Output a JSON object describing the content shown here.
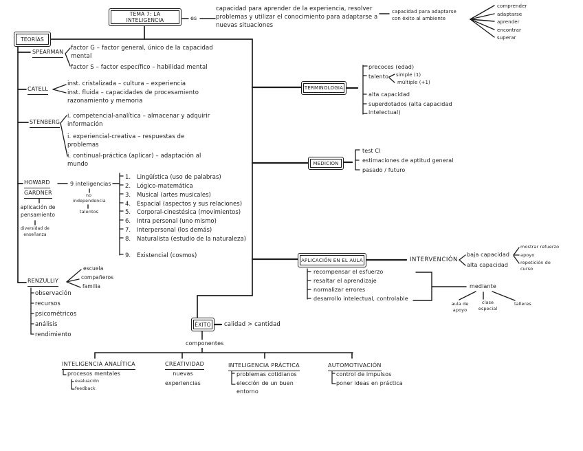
{
  "colors": {
    "ink": "#1c1c1c",
    "bg": "#ffffff"
  },
  "header": {
    "title": "TEMA 7: LA INTELIGENCIA",
    "connector": "es",
    "definition": "capacidad para aprender de la experiencia, resolver problemas y utilizar el conocimiento para adaptarse a nuevas situaciones",
    "short_definition": "capacidad para adaptarse con éxito al ambiente",
    "ability_fan": [
      "comprender",
      "adaptarse",
      "aprender",
      "encontrar",
      "superar"
    ]
  },
  "teorias": {
    "label": "TEORÍAS",
    "spearman": {
      "name": "SPEARMAN",
      "factor_g": "factor G – factor general, único de la capacidad mental",
      "factor_s": "factor S – factor específico – habilidad mental"
    },
    "catell": {
      "name": "CATELL",
      "cristalizada": "inst. cristalizada – cultura – experiencia",
      "fluida": "inst. fluida – capacidades de procesamiento razonamiento y memoria"
    },
    "stenberg": {
      "name": "STENBERG",
      "items": [
        "i. competencial-analítica – almacenar y adquirir información",
        "i. experiencial-creativa – respuestas de problemas",
        "i. continual-práctica (aplicar) – adaptación al mundo"
      ]
    },
    "gardner": {
      "name_line1": "HOWARD",
      "name_line2": "GARDNER",
      "note1": "aplicación de pensamiento",
      "note2": "diversidad de enseñanza",
      "label": "9 inteligencias",
      "sub1": "no",
      "sub2": "independencia",
      "sub3": "talentos",
      "items": [
        {
          "n": "1.",
          "t": "Lingüística (uso de palabras)"
        },
        {
          "n": "2.",
          "t": "Lógico-matemática"
        },
        {
          "n": "3.",
          "t": "Musical (artes musicales)"
        },
        {
          "n": "4.",
          "t": "Espacial (aspectos y sus relaciones)"
        },
        {
          "n": "5.",
          "t": "Corporal-cinestésica (movimientos)"
        },
        {
          "n": "6.",
          "t": "Intra personal (uno mismo)"
        },
        {
          "n": "7.",
          "t": "Interpersonal (los demás)"
        },
        {
          "n": "8.",
          "t": "Naturalista (estudio de la naturaleza)"
        },
        {
          "n": "9.",
          "t": "Existencial (cosmos)"
        }
      ]
    },
    "renzulliy": {
      "name": "RENZULLIY",
      "fan": [
        "escuela",
        "compañeros",
        "familia"
      ],
      "items": [
        "observación",
        "recursos",
        "psicométricos",
        "análisis",
        "rendimiento"
      ]
    }
  },
  "terminologia": {
    "label": "TERMINOLOGIA",
    "precoces": "precoces (edad)",
    "talento": "talento",
    "talento_simple": "simple (1)",
    "talento_multiple": "múltiple (+1)",
    "alta": "alta capacidad",
    "superdotados": "superdotados (alta capacidad intelectual)"
  },
  "medicion": {
    "label": "MEDICION",
    "items": [
      "test CI",
      "estimaciones de aptitud general",
      "pasado / futuro"
    ]
  },
  "aplicacion": {
    "label": "APLICACIÓN EN EL AULA",
    "intervencion": "INTERVENCIÓN",
    "baja": "baja capacidad",
    "alta": "alta capacidad",
    "baja_fan": [
      "mostrar refuerzo",
      "apoyo",
      "repetición de curso"
    ],
    "items": [
      "recompensar el esfuerzo",
      "resaltar el aprendizaje",
      "normalizar errores",
      "desarrollo intelectual, controlable"
    ],
    "mediante": "mediante",
    "mediante_fan": [
      "aula de apoyo",
      "clase especial",
      "talleres"
    ]
  },
  "exito": {
    "label": "ÉXITO",
    "calidad": "calidad > cantidad",
    "componentes": "componentes",
    "analitica": {
      "title": "INTELIGENCIA ANALÍTICA",
      "item": "procesos mentales",
      "sub": [
        "evaluación",
        "feedback"
      ]
    },
    "creatividad": {
      "title": "CREATIVIDAD",
      "item": "nuevas experiencias"
    },
    "practica": {
      "title": "INTELIGENCIA PRÁCTICA",
      "items": [
        "problemas cotidianos",
        "elección de un buen entorno"
      ]
    },
    "automotivacion": {
      "title": "AUTOMOTIVACIÓN",
      "items": [
        "control de impulsos",
        "poner ideas en práctica"
      ]
    }
  }
}
